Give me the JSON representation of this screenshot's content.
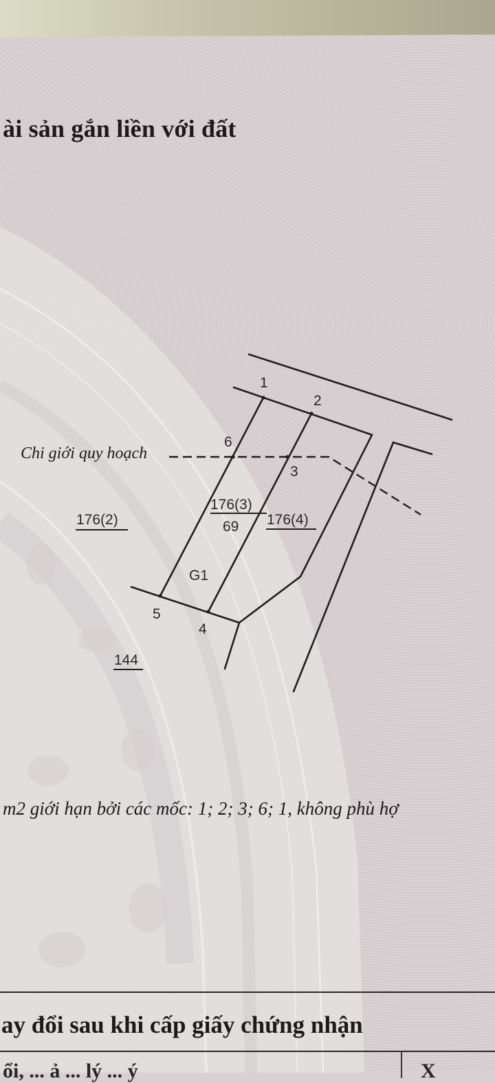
{
  "document": {
    "heading": "ài sản gắn liền với đất",
    "legend": {
      "planning_boundary_label": "Chi giới quy hoạch"
    },
    "parcel_diagram": {
      "point_labels": [
        "1",
        "2",
        "3",
        "4",
        "5",
        "6"
      ],
      "main_parcel": {
        "number": "176(3)",
        "area": "69"
      },
      "land_use_code": "G1",
      "neighbor_parcels": [
        "176(2)",
        "176(4)",
        "144"
      ]
    },
    "caption": "m2 giới hạn bởi các mốc: 1; 2; 3; 6; 1, không phù hợ",
    "section_title": "ay đổi sau khi cấp giấy chứng nhận",
    "table_header_left_partial": "ổi, ... ả ... lý ... ý",
    "table_header_right_partial": "X"
  },
  "colors": {
    "paper": "#d7ced1",
    "seal": "#e4e2e0",
    "ink": "#1d1a1c",
    "surface": "#bdbca2"
  }
}
